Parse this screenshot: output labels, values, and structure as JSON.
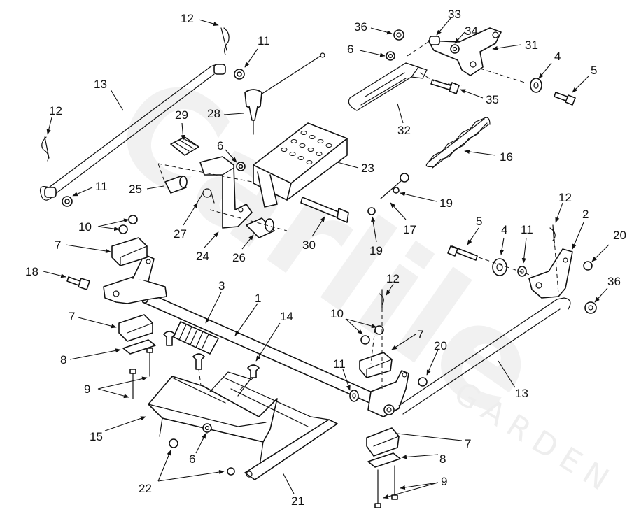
{
  "watermark": {
    "brand": "Carlile",
    "tagline": "GARDEN"
  },
  "callouts": [
    "12",
    "11",
    "13",
    "12",
    "29",
    "28",
    "6",
    "11",
    "25",
    "27",
    "24",
    "26",
    "23",
    "30",
    "19",
    "17",
    "19",
    "16",
    "36",
    "6",
    "33",
    "34",
    "31",
    "4",
    "5",
    "35",
    "32",
    "10",
    "7",
    "18",
    "7",
    "8",
    "9",
    "3",
    "1",
    "15",
    "6",
    "22",
    "21",
    "14",
    "12",
    "10",
    "7",
    "11",
    "20",
    "8",
    "7",
    "9",
    "13",
    "5",
    "4",
    "11",
    "12",
    "2",
    "20",
    "36"
  ],
  "colors": {
    "ink": "#111111",
    "paper": "#ffffff",
    "watermark": "#f1f1f1"
  }
}
